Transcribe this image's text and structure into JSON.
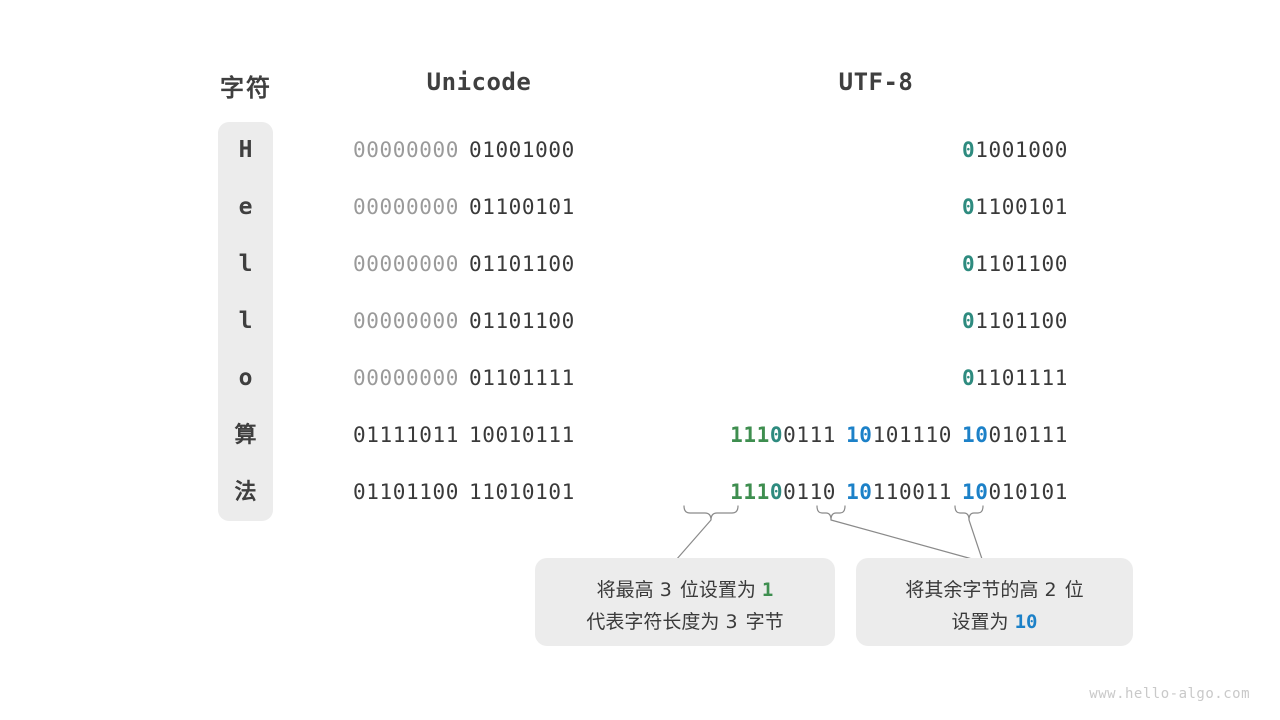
{
  "headers": {
    "character": "字符",
    "unicode": "Unicode",
    "utf8": "UTF-8"
  },
  "rows": [
    {
      "char": "H",
      "char_kind": "latin",
      "unicode": [
        {
          "text": "00000000",
          "style": "dim"
        },
        {
          "text": "01001000",
          "style": "dark"
        }
      ],
      "utf8": [
        {
          "text": "0",
          "style": "teal"
        },
        {
          "text": "1001000",
          "style": "dark"
        }
      ]
    },
    {
      "char": "e",
      "char_kind": "latin",
      "unicode": [
        {
          "text": "00000000",
          "style": "dim"
        },
        {
          "text": "01100101",
          "style": "dark"
        }
      ],
      "utf8": [
        {
          "text": "0",
          "style": "teal"
        },
        {
          "text": "1100101",
          "style": "dark"
        }
      ]
    },
    {
      "char": "l",
      "char_kind": "latin",
      "unicode": [
        {
          "text": "00000000",
          "style": "dim"
        },
        {
          "text": "01101100",
          "style": "dark"
        }
      ],
      "utf8": [
        {
          "text": "0",
          "style": "teal"
        },
        {
          "text": "1101100",
          "style": "dark"
        }
      ]
    },
    {
      "char": "l",
      "char_kind": "latin",
      "unicode": [
        {
          "text": "00000000",
          "style": "dim"
        },
        {
          "text": "01101100",
          "style": "dark"
        }
      ],
      "utf8": [
        {
          "text": "0",
          "style": "teal"
        },
        {
          "text": "1101100",
          "style": "dark"
        }
      ]
    },
    {
      "char": "o",
      "char_kind": "latin",
      "unicode": [
        {
          "text": "00000000",
          "style": "dim"
        },
        {
          "text": "01101111",
          "style": "dark"
        }
      ],
      "utf8": [
        {
          "text": "0",
          "style": "teal"
        },
        {
          "text": "1101111",
          "style": "dark"
        }
      ]
    },
    {
      "char": "算",
      "char_kind": "cjk",
      "unicode": [
        {
          "text": "01111011",
          "style": "dark"
        },
        {
          "text": "10010111",
          "style": "dark"
        }
      ],
      "utf8": [
        {
          "text": "111",
          "style": "green"
        },
        {
          "text": "0",
          "style": "teal"
        },
        {
          "text": "0111",
          "style": "dark"
        },
        {
          "text": " ",
          "style": "gap"
        },
        {
          "text": "10",
          "style": "blue"
        },
        {
          "text": "101110",
          "style": "dark"
        },
        {
          "text": " ",
          "style": "gap"
        },
        {
          "text": "10",
          "style": "blue"
        },
        {
          "text": "010111",
          "style": "dark"
        }
      ]
    },
    {
      "char": "法",
      "char_kind": "cjk",
      "unicode": [
        {
          "text": "01101100",
          "style": "dark"
        },
        {
          "text": "11010101",
          "style": "dark"
        }
      ],
      "utf8": [
        {
          "text": "111",
          "style": "green"
        },
        {
          "text": "0",
          "style": "teal"
        },
        {
          "text": "0110",
          "style": "dark"
        },
        {
          "text": " ",
          "style": "gap"
        },
        {
          "text": "10",
          "style": "blue"
        },
        {
          "text": "110011",
          "style": "dark"
        },
        {
          "text": " ",
          "style": "gap"
        },
        {
          "text": "10",
          "style": "blue"
        },
        {
          "text": "010101",
          "style": "dark"
        }
      ]
    }
  ],
  "callouts": {
    "left": {
      "line1_pre": "将最高",
      "line1_num": "3",
      "line1_mid": "位设置为",
      "line1_hl": "1",
      "line2_pre": "代表字符长度为",
      "line2_num": "3",
      "line2_post": "字节"
    },
    "right": {
      "line1_pre": "将其余字节的高",
      "line1_num": "2",
      "line1_post": "位",
      "line2_pre": "设置为",
      "line2_hl": "10"
    }
  },
  "colors": {
    "green": "#3e8e4f",
    "teal": "#2e8b7f",
    "blue": "#1c81c8",
    "dark": "#3a3a3a",
    "dim": "#9a9a9a",
    "panel": "#ececec",
    "watermark": "#c9c9c9"
  },
  "watermark": "www.hello-algo.com"
}
